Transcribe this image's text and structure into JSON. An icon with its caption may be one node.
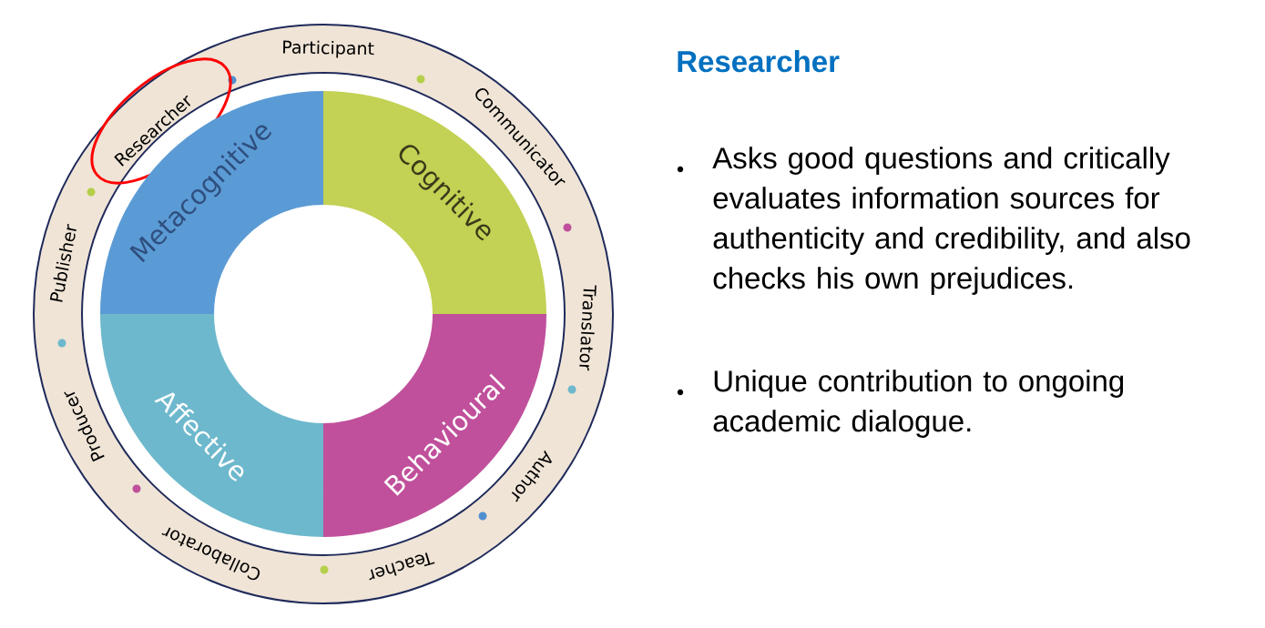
{
  "diagram": {
    "title": "Researcher",
    "nodes": [
      {
        "text": [
          "Researcher"
        ]
      },
      {
        "text": [
          "Metacognitive"
        ]
      },
      {
        "text": [
          "Cognitive"
        ]
      },
      {
        "text": [
          "Behavioural"
        ]
      },
      {
        "text": [
          "Affective"
        ]
      }
    ],
    "labels": [
      "Participant",
      "Communicator",
      "Translator",
      "Author",
      "Teacher",
      "Collaborator",
      "Producer",
      "Publisher",
      "Asks good questions and critically evaluates information sources for authenticity and credibility, and also checks his own prejudices.",
      "Unique contribution to ongoing academic dialogue."
    ]
  }
}
